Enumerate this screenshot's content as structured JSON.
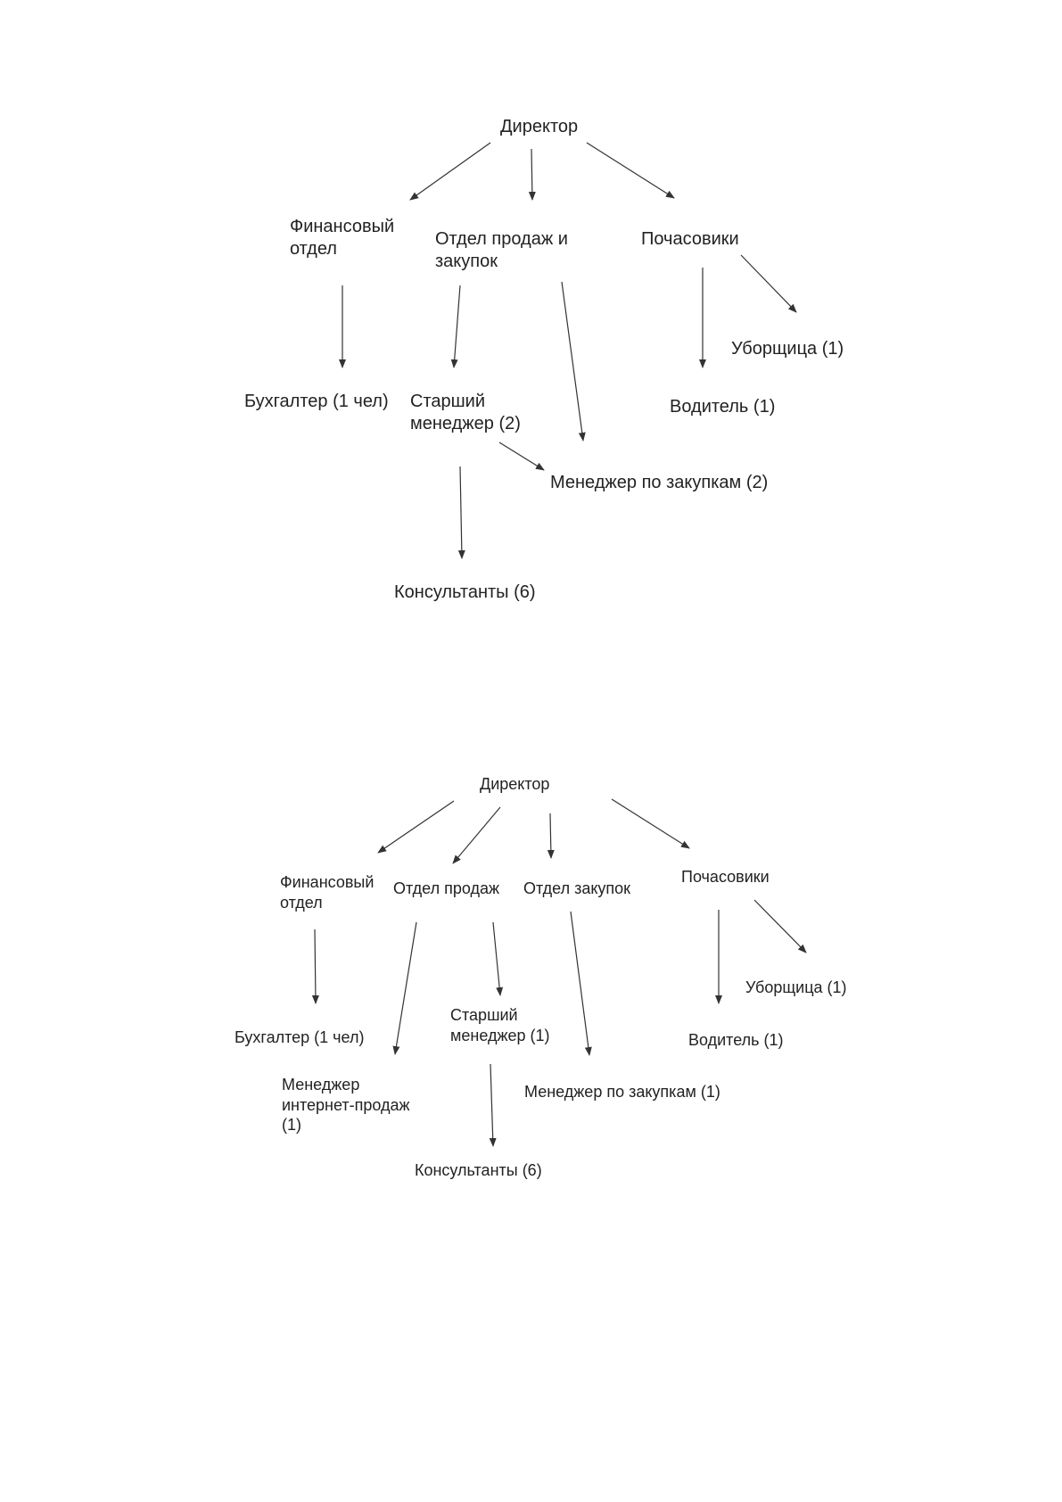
{
  "diagram1": {
    "director": "Директор",
    "finance_dept": "Финансовый\nотдел",
    "sales_purchase_dept": "Отдел продаж и\nзакупок",
    "hourly_workers": "Почасовики",
    "cleaner": "Уборщица (1)",
    "accountant": "Бухгалтер (1 чел)",
    "senior_manager": "Старший\nменеджер (2)",
    "driver": "Водитель (1)",
    "purchasing_manager": "Менеджер по закупкам (2)",
    "consultants": "Консультанты (6)"
  },
  "diagram2": {
    "director": "Директор",
    "finance_dept": "Финансовый\nотдел",
    "sales_dept": "Отдел продаж",
    "purchase_dept": "Отдел закупок",
    "hourly_workers": "Почасовики",
    "cleaner": "Уборщица (1)",
    "senior_manager": "Старший\nменеджер (1)",
    "accountant": "Бухгалтер (1 чел)",
    "driver": "Водитель (1)",
    "online_sales_manager": "Менеджер\nинтернет-продаж\n(1)",
    "purchasing_manager": "Менеджер по закупкам (1)",
    "consultants": "Консультанты (6)"
  }
}
